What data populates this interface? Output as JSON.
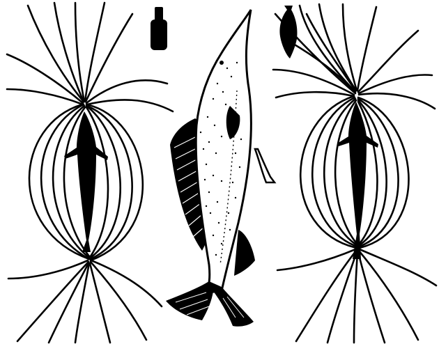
{
  "figure": {
    "colors": {
      "ink": "#000000",
      "paper": "#ffffff"
    },
    "panels": [
      {
        "name": "left-electric-field",
        "subject": "small-fish-silhouette",
        "field": "dipole"
      },
      {
        "name": "center-fish",
        "subject": "stippled-long-snouted-fish"
      },
      {
        "name": "right-electric-field",
        "subject": "small-fish-silhouette",
        "field": "dipole-distorted-by-nearby-object"
      }
    ],
    "objects": [
      "small-cylinder-object",
      "small-fish-object"
    ]
  }
}
